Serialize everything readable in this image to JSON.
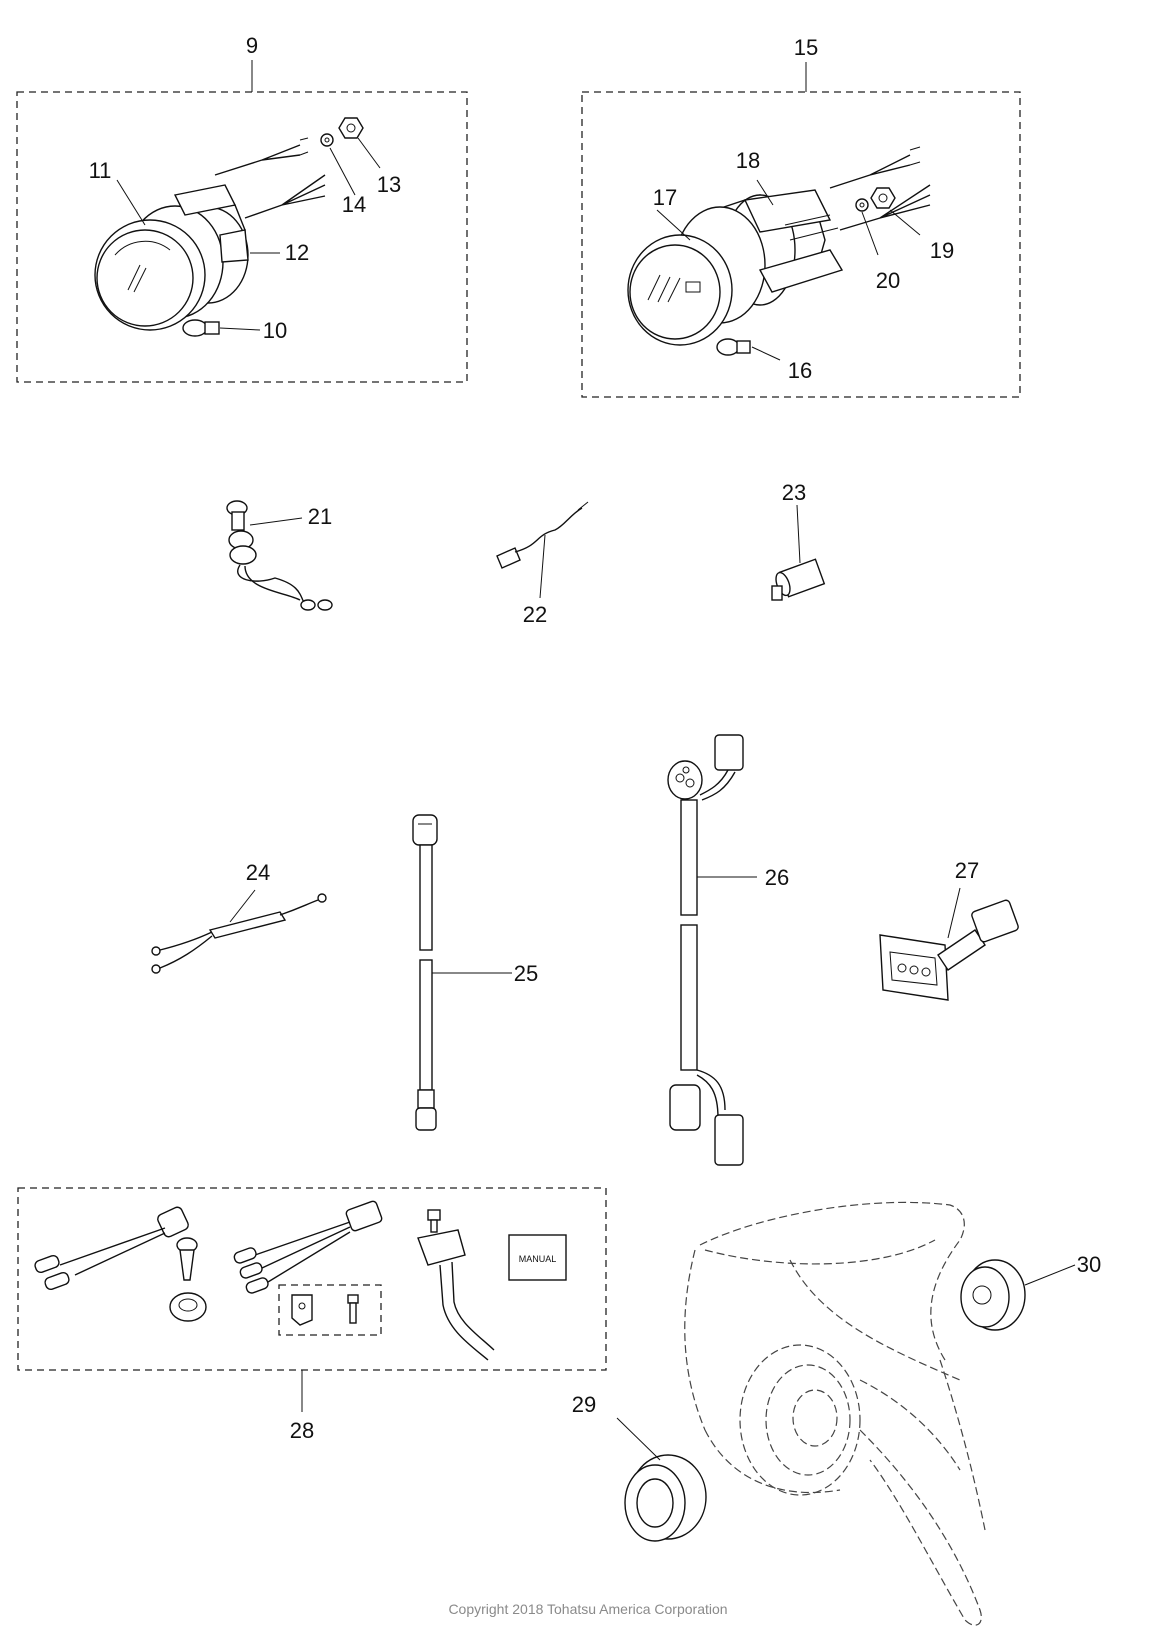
{
  "callouts": {
    "c9": "9",
    "c10": "10",
    "c11": "11",
    "c12": "12",
    "c13": "13",
    "c14": "14",
    "c15": "15",
    "c16": "16",
    "c17": "17",
    "c18": "18",
    "c19": "19",
    "c20": "20",
    "c21": "21",
    "c22": "22",
    "c23": "23",
    "c24": "24",
    "c25": "25",
    "c26": "26",
    "c27": "27",
    "c28": "28",
    "c29": "29",
    "c30": "30"
  },
  "kit_28": {
    "manual_label": "MANUAL"
  },
  "copyright": "Copyright 2018 Tohatsu America Corporation"
}
